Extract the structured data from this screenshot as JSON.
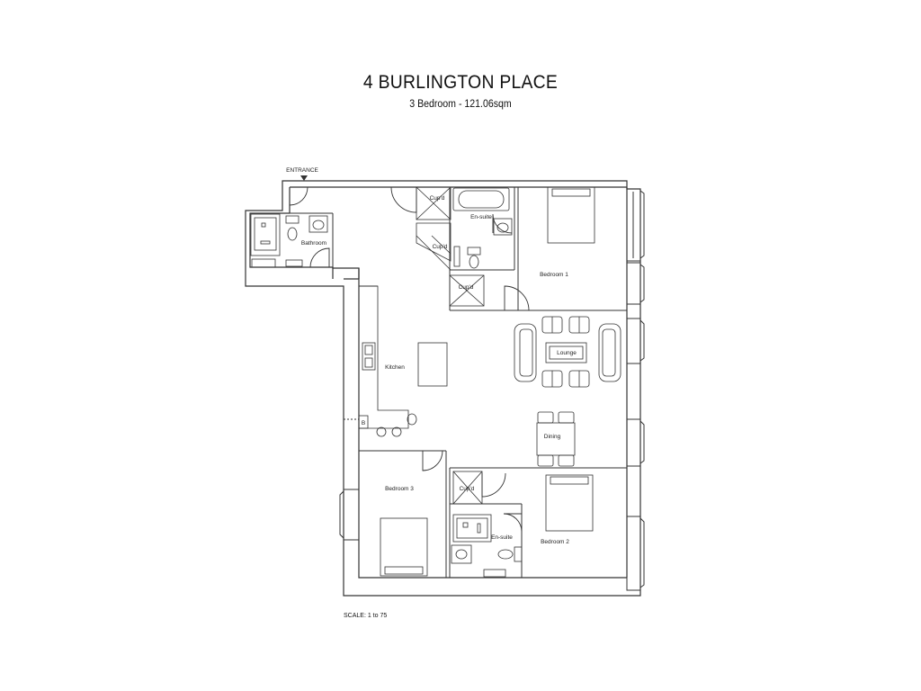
{
  "header": {
    "title": "4 BURLINGTON PLACE",
    "subtitle": "3 Bedroom - 121.06sqm"
  },
  "footer": {
    "scale": "SCALE: 1 to 75"
  },
  "rooms": {
    "entrance": "ENTRANCE",
    "bathroom": "Bathroom",
    "ensuite_1": "En-suite",
    "bedroom_1": "Bedroom 1",
    "lounge": "Lounge",
    "kitchen": "Kitchen",
    "dining": "Dining",
    "bedroom_3": "Bedroom 3",
    "ensuite_2": "En-suite",
    "bedroom_2": "Bedroom 2",
    "boiler": "B"
  },
  "cupboards": {
    "top": "Cup'd",
    "mid": "Cup'd",
    "lower": "Cup'd",
    "bottom": "Cup'd"
  }
}
